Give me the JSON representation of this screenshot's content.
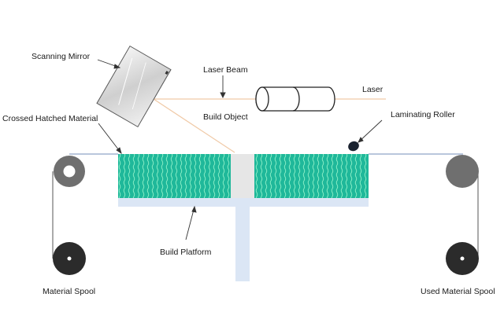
{
  "labels": {
    "scanning_mirror": "Scanning Mirror",
    "laser_beam": "Laser Beam",
    "laser": "Laser",
    "build_object": "Build Object",
    "crossed_hatched_material": "Crossed Hatched Material",
    "laminating_roller": "Laminating Roller",
    "build_platform": "Build Platform",
    "material_spool": "Material Spool",
    "used_material_spool": "Used Material Spool"
  },
  "colors": {
    "hatched_material": "#1fb89a",
    "hatch_lines": "#8ff0c8",
    "build_object": "#e6e6e6",
    "platform": "#dbe6f5",
    "laser_beam": "#f0c9a6",
    "feed_film": "#8fa3c8",
    "spool_dark": "#2b2b2b",
    "spool_grey": "#6f6f6f",
    "line": "#555555"
  },
  "icons": {
    "mirror": "scanning-mirror-icon",
    "laser": "laser-cylinder-icon",
    "roller": "laminating-roller-icon",
    "spool": "spool-icon"
  }
}
